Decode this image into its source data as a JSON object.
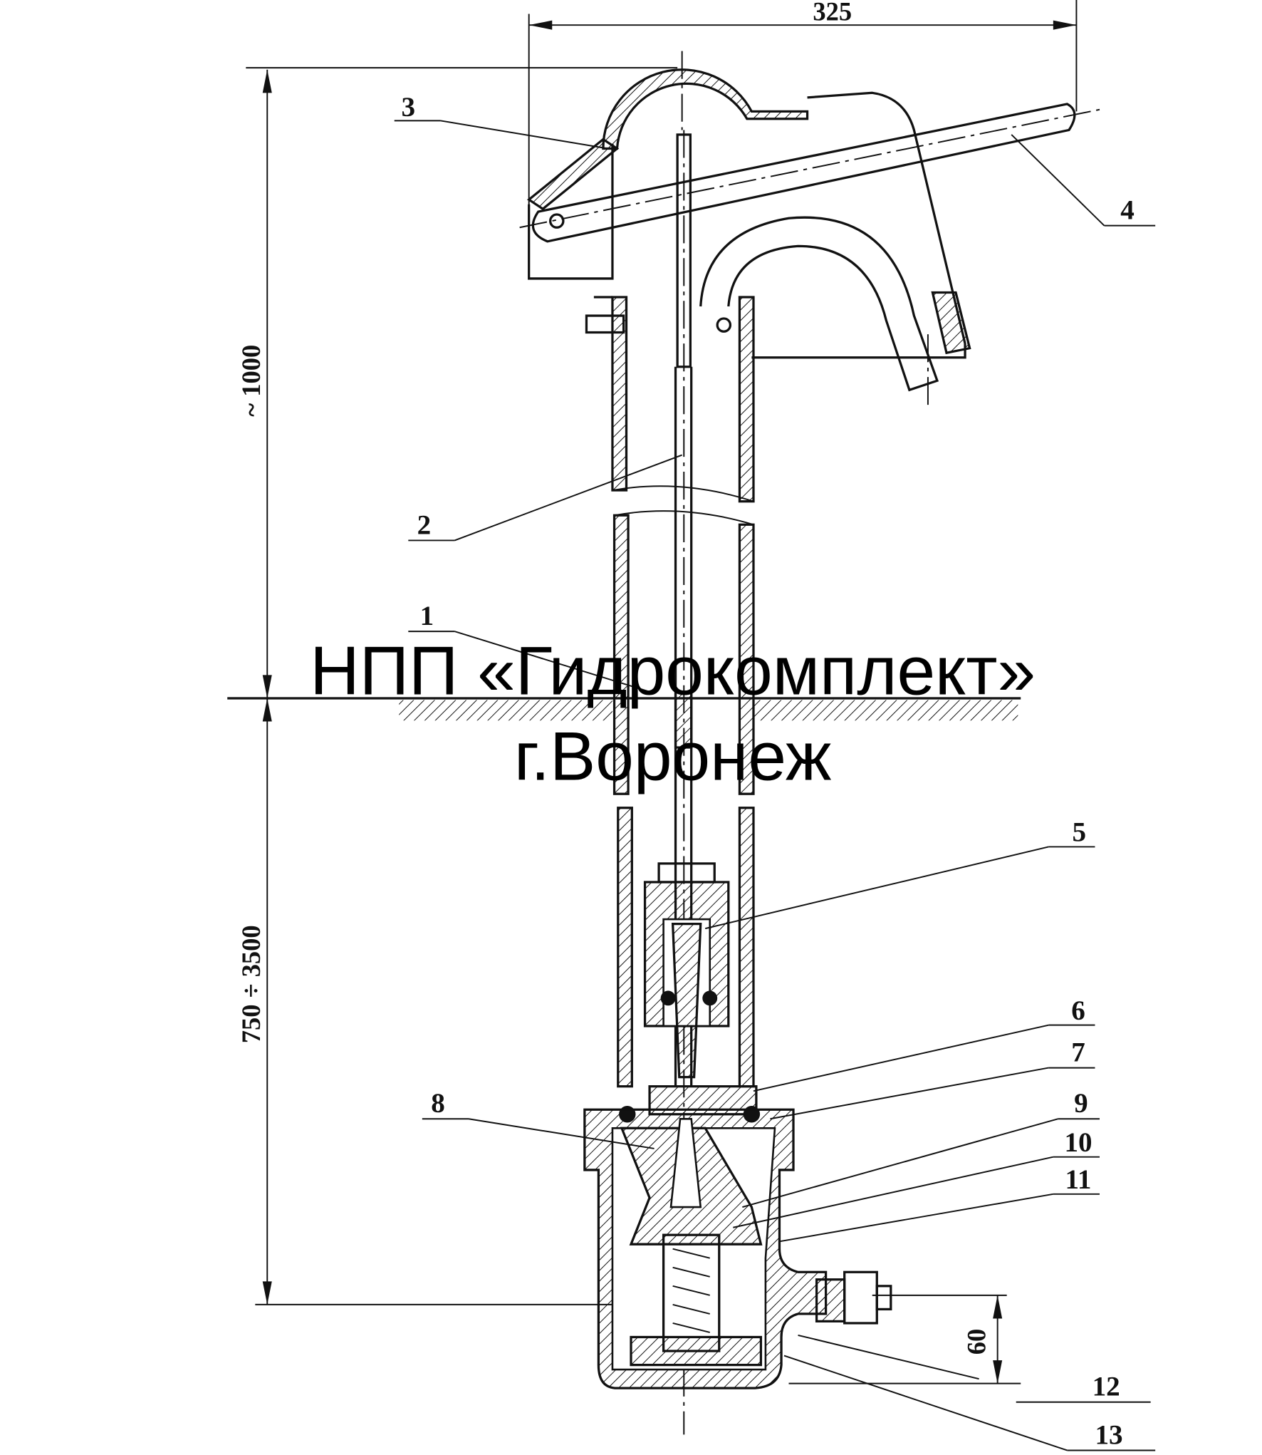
{
  "watermark": {
    "line1": "НПП «Гидрокомплект»",
    "line2": "г.Воронеж"
  },
  "dimensions": {
    "width": "325",
    "height_above": "~ 1000",
    "depth": "750 ÷ 3500",
    "outlet_height": "60"
  },
  "part_labels": [
    "1",
    "2",
    "3",
    "4",
    "5",
    "6",
    "7",
    "8",
    "9",
    "10",
    "11",
    "12",
    "13"
  ]
}
